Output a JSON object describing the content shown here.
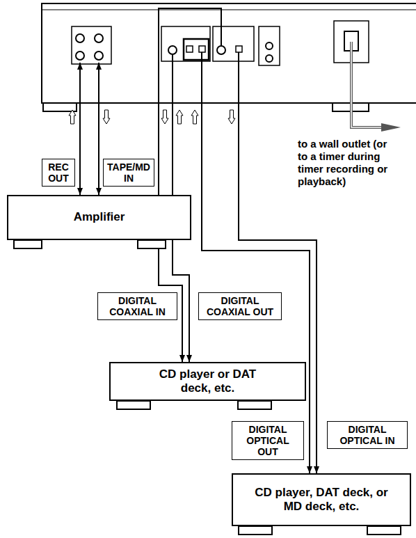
{
  "diagram": {
    "nodes": [
      {
        "text": [
          "Amplifier"
        ]
      },
      {
        "text": [
          "CD player or DAT deck, etc."
        ]
      },
      {
        "text": [
          "CD player, DAT deck, or MD deck, etc."
        ]
      }
    ],
    "labels": [
      "REC OUT",
      "TAPE/MD IN",
      "DIGITAL COAXIAL IN",
      "DIGITAL COAXIAL OUT",
      "DIGITAL OPTICAL OUT",
      "DIGITAL OPTICAL IN",
      "to a wall outlet (or to a timer during timer recording or playback)"
    ]
  }
}
